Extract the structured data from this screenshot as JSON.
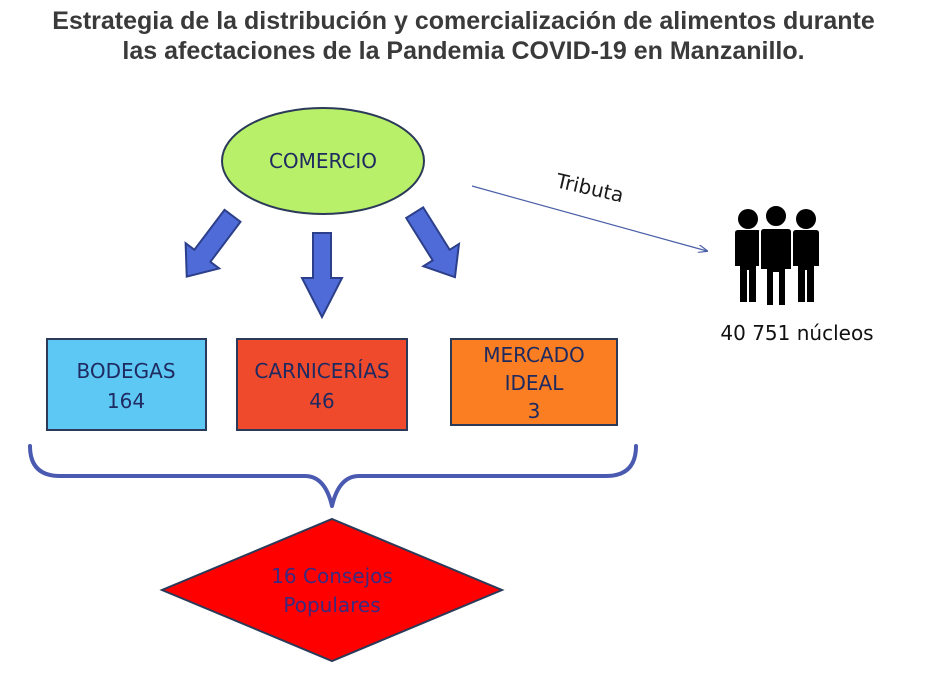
{
  "title": {
    "line1": "Estrategia de la distribución y comercialización de alimentos durante",
    "line2": "las afectaciones de la Pandemia COVID-19 en Manzanillo."
  },
  "comercio": {
    "label": "COMERCIO",
    "color": "#b9f06a"
  },
  "tributa": {
    "label": "Tributa",
    "color": "#4a5fa8"
  },
  "nucleos": {
    "label": "40 751 núcleos",
    "icon": "people-group-icon"
  },
  "bodegas": {
    "name": "BODEGAS",
    "count": "164",
    "color": "#5ec8f5"
  },
  "carnicerias": {
    "name": "CARNICERÍAS",
    "count": "46",
    "color": "#f04a2c"
  },
  "mercado": {
    "line1": "MERCADO",
    "line2": "IDEAL",
    "count": "3",
    "color": "#fb7f22"
  },
  "consejos": {
    "line1": "16 Consejos",
    "line2": "Populares",
    "color": "#ff0000"
  },
  "arrow_color": "#4f6bd8",
  "brace_color": "#4a5ab0"
}
